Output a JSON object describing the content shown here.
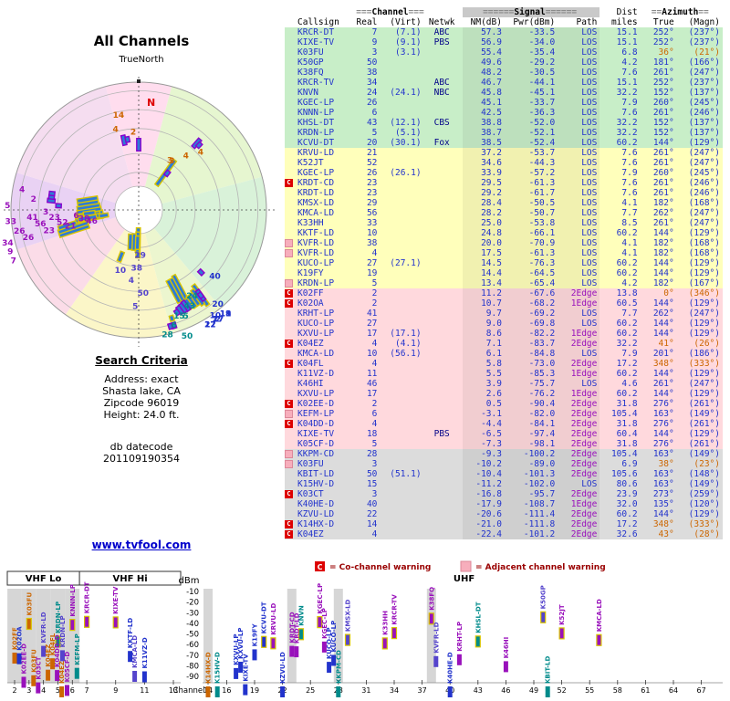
{
  "radar": {
    "title": "All Channels",
    "north_label": "TrueNorth",
    "n_marker": "N",
    "ring_miles": [
      5,
      10,
      25,
      50,
      100
    ],
    "wedges": [
      {
        "from": 345,
        "to": 15,
        "color": "#ffddee"
      },
      {
        "from": 15,
        "to": 75,
        "color": "#e6f6d0"
      },
      {
        "from": 75,
        "to": 140,
        "color": "#d9f2d9"
      },
      {
        "from": 140,
        "to": 165,
        "color": "#ecf6cf"
      },
      {
        "from": 165,
        "to": 215,
        "color": "#fbf6c8"
      },
      {
        "from": 215,
        "to": 252,
        "color": "#fbdce8"
      },
      {
        "from": 252,
        "to": 287,
        "color": "#e9d2f4"
      },
      {
        "from": 287,
        "to": 345,
        "color": "#f5ddf0"
      }
    ]
  },
  "search": {
    "heading": "Search Criteria",
    "lines": [
      "Address: exact",
      "Shasta lake, CA",
      "Zipcode 96019",
      "Height: 24.0 ft."
    ],
    "db_label": "db datecode",
    "db_value": "201109190354",
    "link": "www.tvfool.com"
  },
  "table": {
    "channel_header": {
      "pre": "===",
      "label": "Channel",
      "post": "==="
    },
    "signal_header": {
      "pre": "======",
      "label": "Signal",
      "post": "======"
    },
    "dist_header": "Dist",
    "azimuth_header": {
      "pre": "==",
      "label": "Azimuth",
      "post": "=="
    },
    "cols": [
      "Callsign",
      "Real",
      "(Virt)",
      "Netwk",
      "NM(dB)",
      "Pwr(dBm)",
      "Path",
      "miles",
      "True",
      "(Magn)"
    ]
  },
  "legend": {
    "co_icon": "C",
    "co_text": "= Co-channel warning",
    "adj_text": "= Adjacent channel warning"
  },
  "chart": {
    "ylabel": "dBm",
    "xlabel": "Channel",
    "yticks": [
      -10,
      -20,
      -30,
      -40,
      -50,
      -60,
      -70,
      -80,
      -90
    ],
    "xticks": [
      2,
      3,
      4,
      5,
      6,
      7,
      9,
      11,
      13,
      14,
      16,
      19,
      22,
      25,
      28,
      31,
      34,
      37,
      40,
      43,
      46,
      49,
      52,
      55,
      58,
      61,
      64,
      67
    ],
    "bands": [
      {
        "label": "VHF Lo",
        "from": 2,
        "to": 6,
        "boxed": true
      },
      {
        "label": "VHF Hi",
        "from": 7,
        "to": 13,
        "boxed": true
      },
      {
        "label": "UHF",
        "from": 14,
        "to": 69,
        "boxed": false
      }
    ],
    "gray_channels": [
      2,
      3,
      4,
      5,
      6,
      14,
      23,
      28,
      38
    ]
  },
  "colors": {
    "blue": "#2233cc",
    "teal": "#008b8b",
    "violet": "#5544cc",
    "purple": "#9911bb",
    "orange": "#cc6600",
    "row_green": "#c8eec8",
    "row_yellow": "#ffffbb",
    "row_pink": "#ffd9dd",
    "row_gray": "#dcdcdc",
    "co_red": "#dd0000",
    "adj_pink": "#f7aebc",
    "marker_blue": "#2e7bd6",
    "outline_yellow": "#d8c400",
    "outline_purple": "#8800cc",
    "link": "#0000cc",
    "north_red": "#dd0000"
  },
  "chart_data": {
    "type": "table",
    "description": "TV station signal analysis: rendered as azimuth/distance radar plot and channel-vs-power (dBm) scatter",
    "xlabel": "Channel",
    "ylabel": "dBm",
    "ylim": [
      -10,
      -90
    ],
    "fields": [
      "callsign",
      "real_channel",
      "virtual_channel",
      "network",
      "nm_db",
      "pwr_dbm",
      "path",
      "dist_miles",
      "azimuth_true_deg",
      "azimuth_magnetic_deg",
      "signal_band",
      "warning"
    ],
    "stations": [
      [
        "KRCR-DT",
        7,
        "7.1",
        "ABC",
        57.3,
        -33.5,
        "LOS",
        15.1,
        252,
        237,
        "green",
        ""
      ],
      [
        "KIXE-TV",
        9,
        "9.1",
        "PBS",
        56.9,
        -34.0,
        "LOS",
        15.1,
        252,
        237,
        "green",
        ""
      ],
      [
        "K03FU",
        3,
        "3.1",
        "",
        55.4,
        -35.4,
        "LOS",
        6.8,
        36,
        21,
        "green",
        ""
      ],
      [
        "K50GP",
        50,
        "",
        "",
        49.6,
        -29.2,
        "LOS",
        4.2,
        181,
        166,
        "green",
        ""
      ],
      [
        "K38FQ",
        38,
        "",
        "",
        48.2,
        -30.5,
        "LOS",
        7.6,
        261,
        247,
        "green",
        ""
      ],
      [
        "KRCR-TV",
        34,
        "",
        "ABC",
        46.7,
        -44.1,
        "LOS",
        15.1,
        252,
        237,
        "green",
        ""
      ],
      [
        "KNVN",
        24,
        "24.1",
        "NBC",
        45.8,
        -45.1,
        "LOS",
        32.2,
        152,
        137,
        "green",
        ""
      ],
      [
        "KGEC-LP",
        26,
        "",
        "",
        45.1,
        -33.7,
        "LOS",
        7.9,
        260,
        245,
        "green",
        ""
      ],
      [
        "KNNN-LP",
        6,
        "",
        "",
        42.5,
        -36.3,
        "LOS",
        7.6,
        261,
        246,
        "green",
        ""
      ],
      [
        "KHSL-DT",
        43,
        "12.1",
        "CBS",
        38.8,
        -52.0,
        "LOS",
        32.2,
        152,
        137,
        "green",
        ""
      ],
      [
        "KRDN-LP",
        5,
        "5.1",
        "",
        38.7,
        -52.1,
        "LOS",
        32.2,
        152,
        137,
        "green",
        ""
      ],
      [
        "KCVU-DT",
        20,
        "30.1",
        "Fox",
        38.5,
        -52.4,
        "LOS",
        60.2,
        144,
        129,
        "green",
        ""
      ],
      [
        "KRVU-LD",
        21,
        "",
        "",
        37.2,
        -53.7,
        "LOS",
        7.6,
        261,
        247,
        "yellow",
        ""
      ],
      [
        "K52JT",
        52,
        "",
        "",
        34.6,
        -44.3,
        "LOS",
        7.6,
        261,
        247,
        "yellow",
        ""
      ],
      [
        "KGEC-LP",
        26,
        "26.1",
        "",
        33.9,
        -57.2,
        "LOS",
        7.9,
        260,
        245,
        "yellow",
        ""
      ],
      [
        "KRDT-CD",
        23,
        "",
        "",
        29.5,
        -61.3,
        "LOS",
        7.6,
        261,
        246,
        "yellow",
        "co"
      ],
      [
        "KRDT-LD",
        23,
        "",
        "",
        29.2,
        -61.7,
        "LOS",
        7.6,
        261,
        246,
        "yellow",
        ""
      ],
      [
        "KMSX-LD",
        29,
        "",
        "",
        28.4,
        -50.5,
        "LOS",
        4.1,
        182,
        168,
        "yellow",
        ""
      ],
      [
        "KMCA-LD",
        56,
        "",
        "",
        28.2,
        -50.7,
        "LOS",
        7.7,
        262,
        247,
        "yellow",
        ""
      ],
      [
        "K33HH",
        33,
        "",
        "",
        25.0,
        -53.8,
        "LOS",
        8.5,
        261,
        247,
        "yellow",
        ""
      ],
      [
        "KKTF-LD",
        10,
        "",
        "",
        24.8,
        -66.1,
        "LOS",
        60.2,
        144,
        129,
        "yellow",
        ""
      ],
      [
        "KVFR-LD",
        38,
        "",
        "",
        20.0,
        -70.9,
        "LOS",
        4.1,
        182,
        168,
        "yellow",
        "adj"
      ],
      [
        "KVFR-LD",
        4,
        "",
        "",
        17.5,
        -61.3,
        "LOS",
        4.1,
        182,
        168,
        "yellow",
        "adj"
      ],
      [
        "KUCO-LP",
        27,
        "27.1",
        "",
        14.5,
        -76.3,
        "LOS",
        60.2,
        144,
        129,
        "yellow",
        ""
      ],
      [
        "K19FY",
        19,
        "",
        "",
        14.4,
        -64.5,
        "LOS",
        60.2,
        144,
        129,
        "yellow",
        ""
      ],
      [
        "KRDN-LP",
        5,
        "",
        "",
        13.4,
        -65.4,
        "LOS",
        4.2,
        182,
        167,
        "yellow",
        "adj"
      ],
      [
        "K02FF",
        2,
        "",
        "",
        11.2,
        -67.6,
        "2Edge",
        13.8,
        0,
        346,
        "pink",
        "co"
      ],
      [
        "K02OA",
        2,
        "",
        "",
        10.7,
        -68.2,
        "1Edge",
        60.5,
        144,
        129,
        "pink",
        "co"
      ],
      [
        "KRHT-LP",
        41,
        "",
        "",
        9.7,
        -69.2,
        "LOS",
        7.7,
        262,
        247,
        "pink",
        ""
      ],
      [
        "KUCO-LP",
        27,
        "",
        "",
        9.0,
        -69.8,
        "LOS",
        60.2,
        144,
        129,
        "pink",
        ""
      ],
      [
        "KXVU-LP",
        17,
        "17.1",
        "",
        8.6,
        -82.2,
        "1Edge",
        60.2,
        144,
        129,
        "pink",
        ""
      ],
      [
        "K04EZ",
        4,
        "4.1",
        "",
        7.1,
        -83.7,
        "2Edge",
        32.2,
        41,
        26,
        "pink",
        "co"
      ],
      [
        "KMCA-LD",
        10,
        "56.1",
        "",
        6.1,
        -84.8,
        "LOS",
        7.9,
        201,
        186,
        "pink",
        ""
      ],
      [
        "K04FL",
        4,
        "",
        "",
        5.8,
        -73.0,
        "2Edge",
        17.2,
        348,
        333,
        "pink",
        "co"
      ],
      [
        "K11VZ-D",
        11,
        "",
        "",
        5.5,
        -85.3,
        "1Edge",
        60.2,
        144,
        129,
        "pink",
        ""
      ],
      [
        "K46HI",
        46,
        "",
        "",
        3.9,
        -75.7,
        "LOS",
        4.6,
        261,
        247,
        "pink",
        ""
      ],
      [
        "KXVU-LP",
        17,
        "",
        "",
        2.6,
        -76.2,
        "1Edge",
        60.2,
        144,
        129,
        "pink",
        ""
      ],
      [
        "K02EE-D",
        2,
        "",
        "",
        0.5,
        -90.4,
        "2Edge",
        31.8,
        276,
        261,
        "pink",
        "co"
      ],
      [
        "KEFM-LP",
        6,
        "",
        "",
        -3.1,
        -82.0,
        "2Edge",
        105.4,
        163,
        149,
        "pink",
        "adj"
      ],
      [
        "K04DD-D",
        4,
        "",
        "",
        -4.4,
        -84.1,
        "2Edge",
        31.8,
        276,
        261,
        "pink",
        "co"
      ],
      [
        "KIXE-TV",
        18,
        "",
        "PBS",
        -6.5,
        -97.4,
        "2Edge",
        60.4,
        144,
        129,
        "pink",
        ""
      ],
      [
        "K05CF-D",
        5,
        "",
        "",
        -7.3,
        -98.1,
        "2Edge",
        31.8,
        276,
        261,
        "pink",
        ""
      ],
      [
        "KKPM-CD",
        28,
        "",
        "",
        -9.3,
        -100.2,
        "2Edge",
        105.4,
        163,
        149,
        "gray",
        "adj"
      ],
      [
        "K03FU",
        3,
        "",
        "",
        -10.2,
        -89.0,
        "2Edge",
        6.9,
        38,
        23,
        "gray",
        "adj"
      ],
      [
        "KBIT-LD",
        50,
        "51.1",
        "",
        -10.4,
        -101.3,
        "2Edge",
        105.6,
        163,
        148,
        "gray",
        ""
      ],
      [
        "K15HV-D",
        15,
        "",
        "",
        -11.2,
        -102.0,
        "LOS",
        80.6,
        163,
        149,
        "gray",
        ""
      ],
      [
        "K03CT",
        3,
        "",
        "",
        -16.8,
        -95.7,
        "2Edge",
        23.9,
        273,
        259,
        "gray",
        "co"
      ],
      [
        "K40HE-D",
        40,
        "",
        "",
        -17.9,
        -108.7,
        "1Edge",
        32.0,
        135,
        120,
        "gray",
        ""
      ],
      [
        "KZVU-LD",
        22,
        "",
        "",
        -20.6,
        -111.4,
        "2Edge",
        60.2,
        144,
        129,
        "gray",
        ""
      ],
      [
        "K14HX-D",
        14,
        "",
        "",
        -21.0,
        -111.8,
        "2Edge",
        17.2,
        348,
        333,
        "gray",
        "co"
      ],
      [
        "K04EZ",
        4,
        "",
        "",
        -22.4,
        -101.2,
        "2Edge",
        32.6,
        43,
        28,
        "gray",
        "co"
      ]
    ]
  }
}
